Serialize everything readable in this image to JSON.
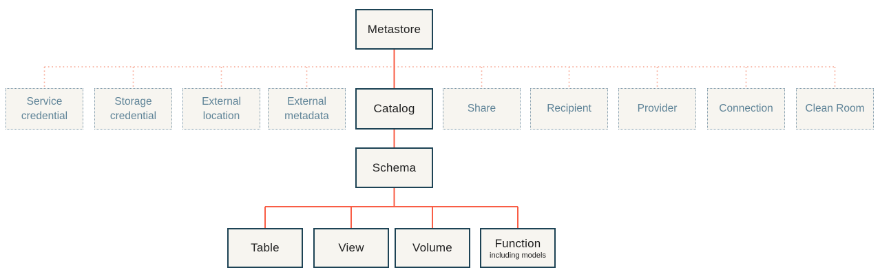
{
  "colors": {
    "connector-solid": "#f95d45",
    "connector-dotted": "#f7a793",
    "box-fill": "#f7f5f0",
    "border-solid": "#1d4355",
    "border-dotted": "#7a96a8",
    "text-solid": "#1d1d1d",
    "text-dotted": "#5e8397"
  },
  "nodes": {
    "root": {
      "label": "Metastore"
    },
    "row2": [
      {
        "label": "Service credential"
      },
      {
        "label": "Storage credential"
      },
      {
        "label": "External location"
      },
      {
        "label": "External metadata"
      },
      {
        "label": "Catalog"
      },
      {
        "label": "Share"
      },
      {
        "label": "Recipient"
      },
      {
        "label": "Provider"
      },
      {
        "label": "Connection"
      },
      {
        "label": "Clean Room"
      }
    ],
    "schema": {
      "label": "Schema"
    },
    "row4": [
      {
        "label": "Table"
      },
      {
        "label": "View"
      },
      {
        "label": "Volume"
      },
      {
        "label": "Function",
        "sublabel": "including models"
      }
    ]
  }
}
